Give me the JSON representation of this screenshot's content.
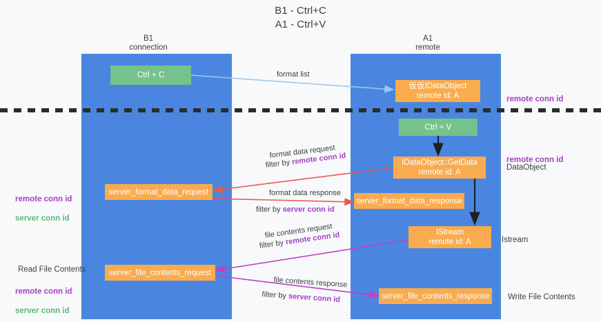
{
  "title": "B1 - Ctrl+C\nA1 - Ctrl+V",
  "lanes": [
    {
      "name": "B1",
      "sub": "connection",
      "header": "B1\nconnection"
    },
    {
      "name": "A1",
      "sub": "remote",
      "header": "A1\nremote"
    }
  ],
  "nodes": {
    "ctrl_c": {
      "line1": "Ctrl + C",
      "line2": "",
      "color": "#76c28c"
    },
    "ole_idataobject": {
      "line1": "仮仮IDataObject",
      "line2": "remote id: A",
      "color": "#f9ab4e"
    },
    "ctrl_v": {
      "line1": "Ctrl + V",
      "line2": "",
      "color": "#76c28c"
    },
    "getdata": {
      "line1": "IDataObject::GetData",
      "line2": "remote id: A",
      "color": "#f9ab4e"
    },
    "server_format_data_request": {
      "line1": "server_format_data_request",
      "line2": "",
      "color": "#f9ab4e"
    },
    "server_format_data_response": {
      "line1": "server_format_data_response",
      "line2": "",
      "color": "#f9ab4e"
    },
    "istream": {
      "line1": "IStream",
      "line2": "remote id: A",
      "color": "#f9ab4e"
    },
    "server_file_contents_request": {
      "line1": "server_file_contents_request",
      "line2": "",
      "color": "#f9ab4e"
    },
    "server_file_contents_response": {
      "line1": "server_file_contents_response",
      "line2": "",
      "color": "#f9ab4e"
    }
  },
  "arrow_labels": {
    "format_list": "format list",
    "format_data_request": "format data request",
    "format_data_request_filter_pre": "filter by ",
    "format_data_request_filter_key": "remote conn id",
    "format_data_response": "format data response",
    "format_data_response_filter_pre": "filter by ",
    "format_data_response_filter_key": "server conn id",
    "file_contents_request": "file contents request",
    "file_contents_request_filter_pre": "filter by ",
    "file_contents_request_filter_key": "remote conn id",
    "file_contents_response": "file contents response",
    "file_contents_response_filter_pre": "filter by ",
    "file_contents_response_filter_key": "server conn id"
  },
  "side_labels": {
    "right_remote_conn_top": "remote conn id",
    "right_remote_conn_mid": "remote conn id",
    "right_dataobject": "DataObject",
    "right_istream": "Istream",
    "right_write_file_contents": "Write File Contents",
    "left_remote_conn": "remote conn id",
    "left_server_conn": "server conn id",
    "left_read_file_contents": "Read File Contents",
    "left_remote_conn_2": "remote conn id",
    "left_server_conn_2": "server conn id"
  },
  "colors": {
    "lane": "#4a86e0",
    "green_node": "#76c28c",
    "orange_node": "#f9ab4e",
    "remote_key": "#a63fc4",
    "server_key": "#5cb87a",
    "arrow_blue": "#9cc6ef",
    "arrow_red": "#e8594f",
    "arrow_magenta": "#c13fc4",
    "arrow_black": "#1f1f1f",
    "background": "#f8f9fa",
    "divider": "#2b2b2b"
  }
}
